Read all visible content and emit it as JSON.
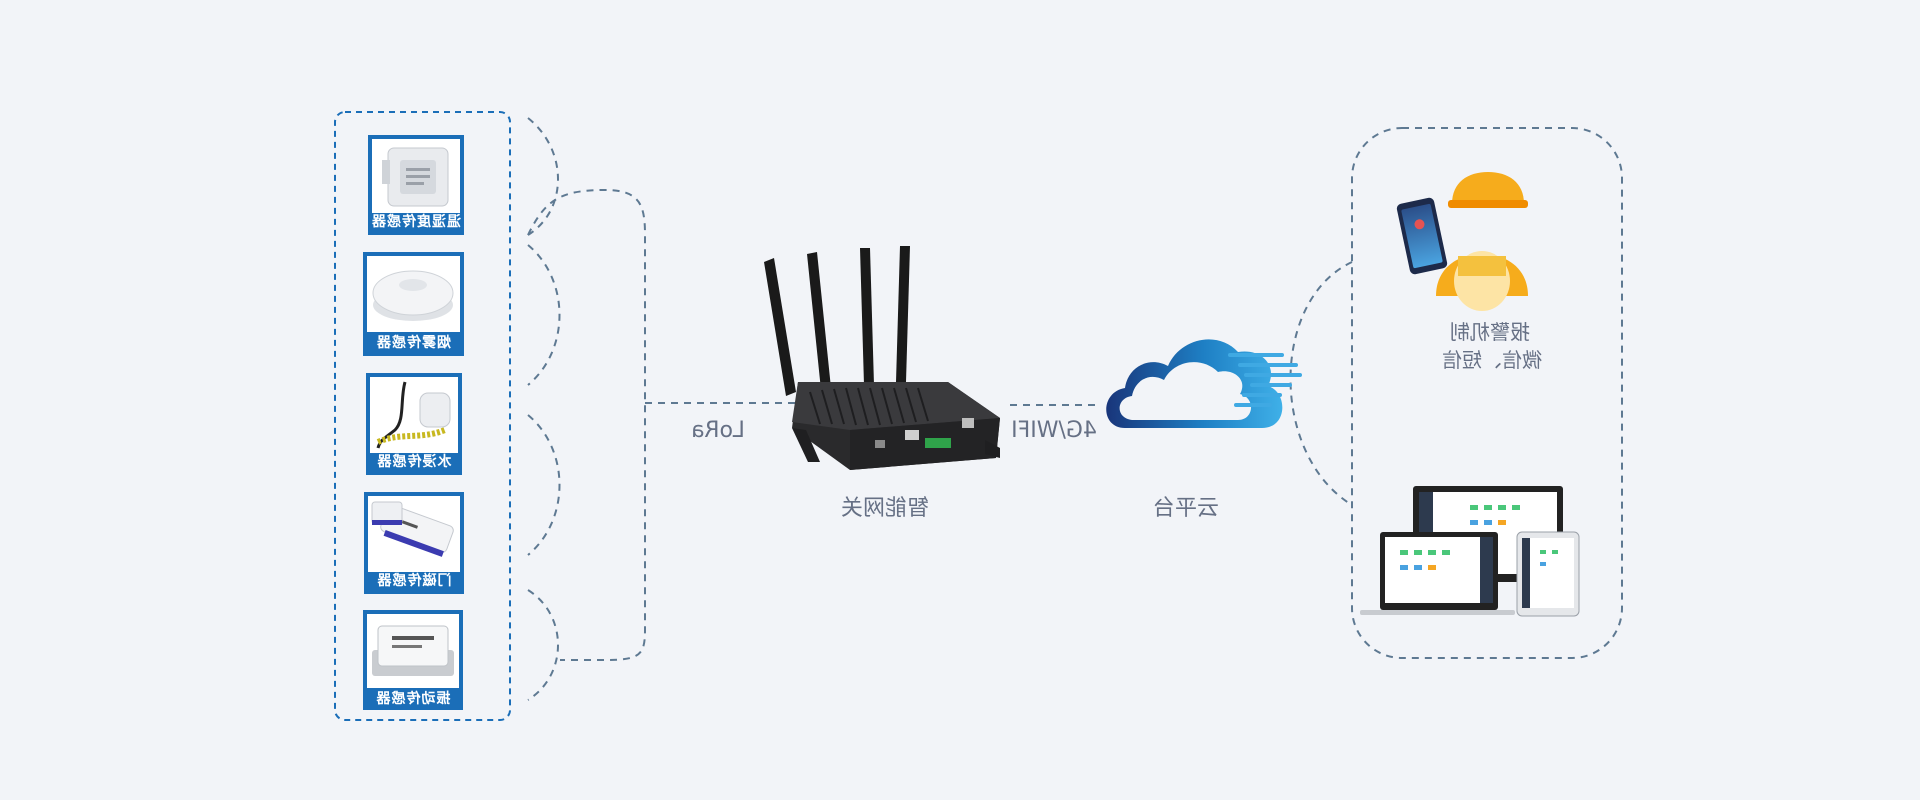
{
  "sensors": [
    {
      "label": "温湿度传感器",
      "icon": "temperature-humidity-sensor-icon"
    },
    {
      "label": "烟雾传感器",
      "icon": "smoke-detector-icon"
    },
    {
      "label": "水浸传感器",
      "icon": "water-leak-sensor-icon"
    },
    {
      "label": "门磁传感器",
      "icon": "door-magnetic-sensor-icon"
    },
    {
      "label": "振动传感器",
      "icon": "vibration-sensor-icon"
    }
  ],
  "links": {
    "lora": "LoRa",
    "wan": "4G/WIFI"
  },
  "gateway": {
    "label": "智能网关",
    "icon": "gateway-router-icon"
  },
  "cloud": {
    "label": "云平台",
    "icon": "cloud-icon"
  },
  "alarm": {
    "line1": "报警机制",
    "line2": "微信、短信",
    "icon": "worker-with-phone-icon"
  },
  "devices": {
    "icon": "computer-monitor-tablet-icon"
  },
  "colors": {
    "frame_blue": "#1b6eb8",
    "dash_gray": "#5e7992",
    "text_gray": "#667085",
    "background": "#f2f4f8"
  }
}
